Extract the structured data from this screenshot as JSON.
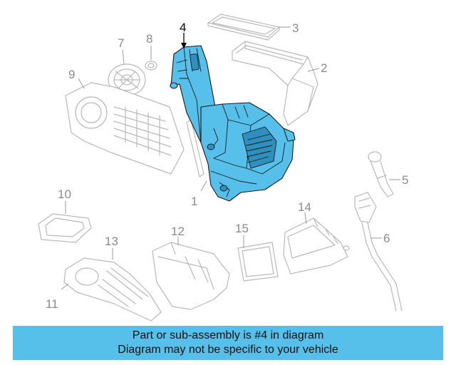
{
  "callouts": {
    "c1": "1",
    "c2": "2",
    "c3": "3",
    "c4": "4",
    "c5": "5",
    "c6": "6",
    "c7": "7",
    "c8": "8",
    "c9": "9",
    "c10": "10",
    "c11": "11",
    "c12": "12",
    "c13": "13",
    "c14": "14",
    "c15": "15"
  },
  "highlighted_part": "4",
  "colors": {
    "highlight": "#57c0ea",
    "banner": "#57c0ea",
    "ghost_lines": "#b9b9b9"
  },
  "banner": {
    "line1": "Part or sub-assembly is #4 in diagram",
    "line2": "Diagram may not be specific to your vehicle"
  }
}
